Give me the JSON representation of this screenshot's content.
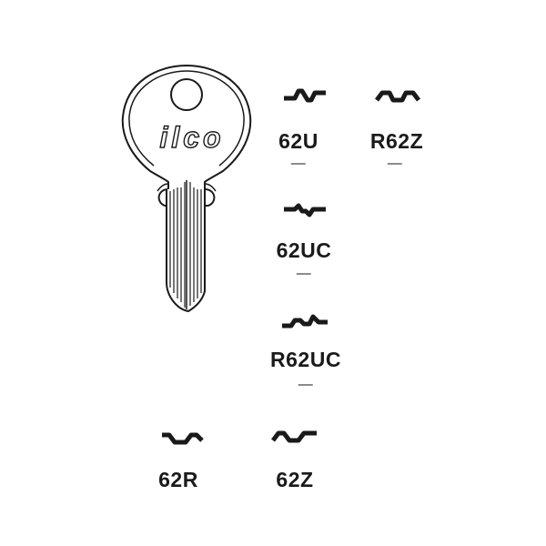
{
  "brand": {
    "logo_text": "ilco"
  },
  "key_codes": [
    {
      "code": "62U",
      "profile": "62U",
      "dash": "—"
    },
    {
      "code": "R62Z",
      "profile": "R62Z",
      "dash": "—"
    },
    {
      "code": "62UC",
      "profile": "62UC",
      "dash": "—"
    },
    {
      "code": "R62UC",
      "profile": "R62UC",
      "dash": "—"
    },
    {
      "code": "62R",
      "profile": "62R",
      "dash": ""
    },
    {
      "code": "62Z",
      "profile": "62Z",
      "dash": ""
    }
  ]
}
